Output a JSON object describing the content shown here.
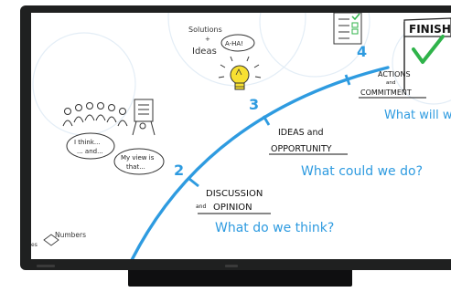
{
  "board": {
    "solutions": "Solutions",
    "amp": "+",
    "ideas": "Ideas",
    "aha": "A-HA!",
    "finish": "FINISH",
    "stage_numbers": [
      "2",
      "3",
      "4"
    ],
    "stages": [
      {
        "line1": "DISCUSSION",
        "and": "and",
        "line2": "OPINION",
        "question": "What do we think?"
      },
      {
        "line1": "IDEAS and",
        "line2": "OPPORTUNITY",
        "question": "What could we do?"
      },
      {
        "line1": "ACTIONS",
        "and": "and",
        "line2": "COMMITMENT",
        "question": "What will w"
      }
    ],
    "speech1": [
      "I think...",
      "... and..."
    ],
    "speech2": [
      "My view is",
      "that..."
    ],
    "numbers": "Numbers",
    "es": "es"
  },
  "colors": {
    "accent": "#2e9be0",
    "check": "#2fb34a",
    "bulb": "#f7e032",
    "bezel": "#1f2020"
  }
}
